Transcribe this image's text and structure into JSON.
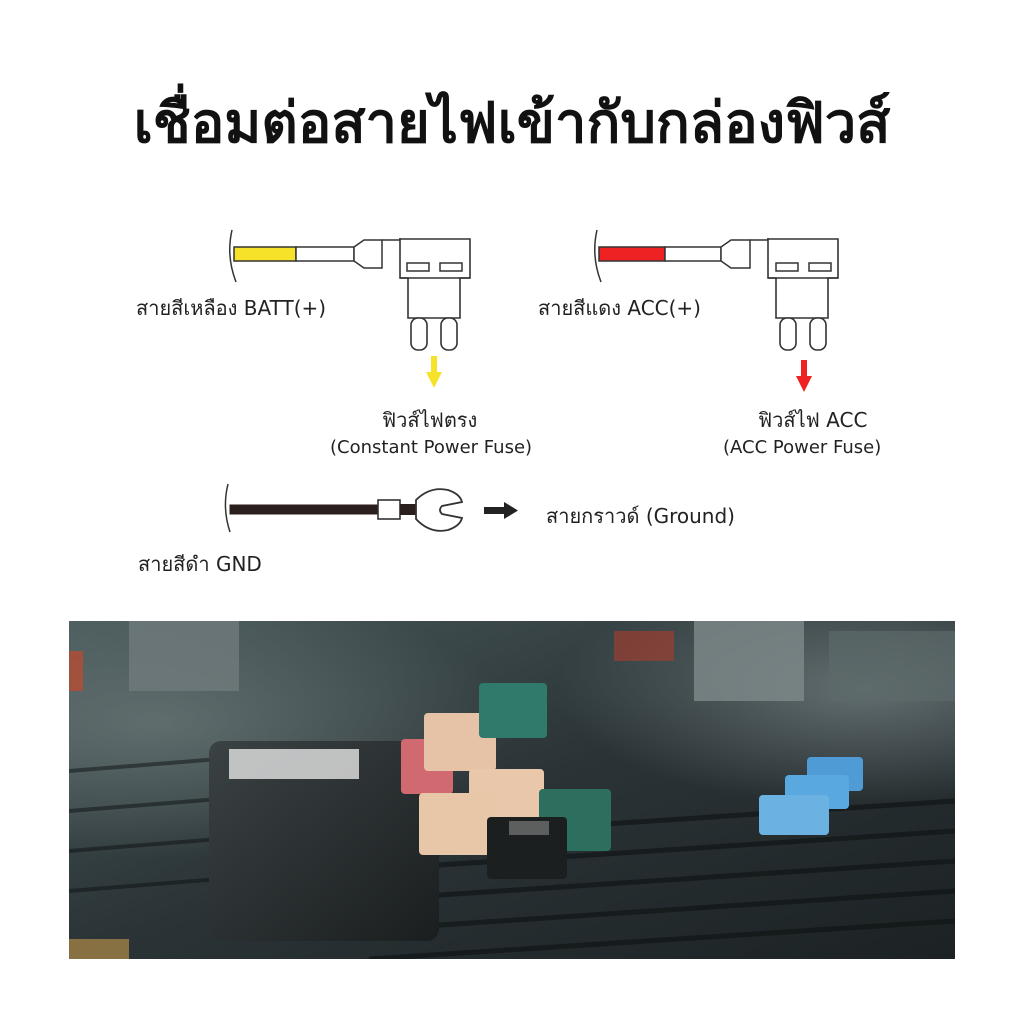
{
  "title": "เชื่อมต่อสายไฟเข้ากับกล่องฟิวส์",
  "batt_wire": {
    "label": "สายสีเหลือง BATT(+)",
    "color": "#f7e22a"
  },
  "acc_wire": {
    "label": "สายสีแดง ACC(+)",
    "color": "#ee2222"
  },
  "gnd_wire": {
    "label": "สายสีดำ GND",
    "color": "#2a1f1c"
  },
  "constant_fuse": {
    "label": "ฟิวส์ไฟตรง",
    "sub": "(Constant Power Fuse)"
  },
  "acc_fuse": {
    "label": "ฟิวส์ไฟ ACC",
    "sub": "(ACC Power Fuse)"
  },
  "ground": {
    "label": "สายกราวด์  (Ground)"
  },
  "photo": {
    "subject": "car-fuse-box-photo"
  }
}
